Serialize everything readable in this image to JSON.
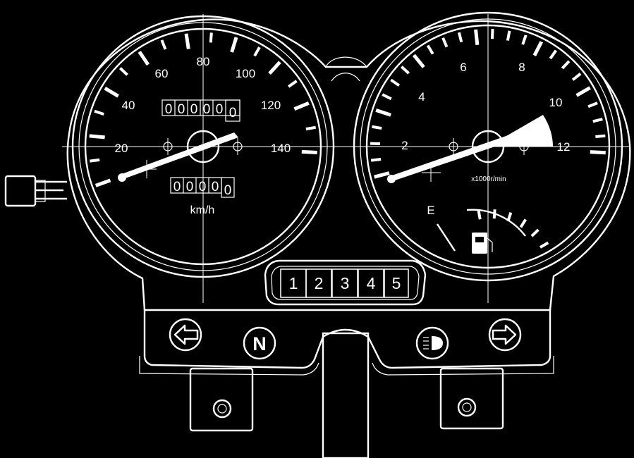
{
  "speedometer": {
    "scale_labels": [
      "20",
      "40",
      "60",
      "80",
      "100",
      "120",
      "140"
    ],
    "odometer_digits": [
      "0",
      "0",
      "0",
      "0",
      "0",
      "0"
    ],
    "tripmeter_digits": [
      "0",
      "0",
      "0",
      "0"
    ],
    "unit": "km/h"
  },
  "tachometer": {
    "scale_labels": [
      "2",
      "4",
      "6",
      "8",
      "10",
      "12"
    ],
    "unit": "x1000r/min"
  },
  "fuel_gauge": {
    "empty_label": "E",
    "icon": "fuel-pump-icon"
  },
  "gear_indicator": {
    "gears": [
      "1",
      "2",
      "3",
      "4",
      "5"
    ]
  },
  "indicators": {
    "left_turn": "left-arrow-icon",
    "neutral_label": "N",
    "headlight": "high-beam-icon",
    "right_turn": "right-arrow-icon"
  },
  "colors": {
    "background": "#000000",
    "line": "#ffffff"
  }
}
